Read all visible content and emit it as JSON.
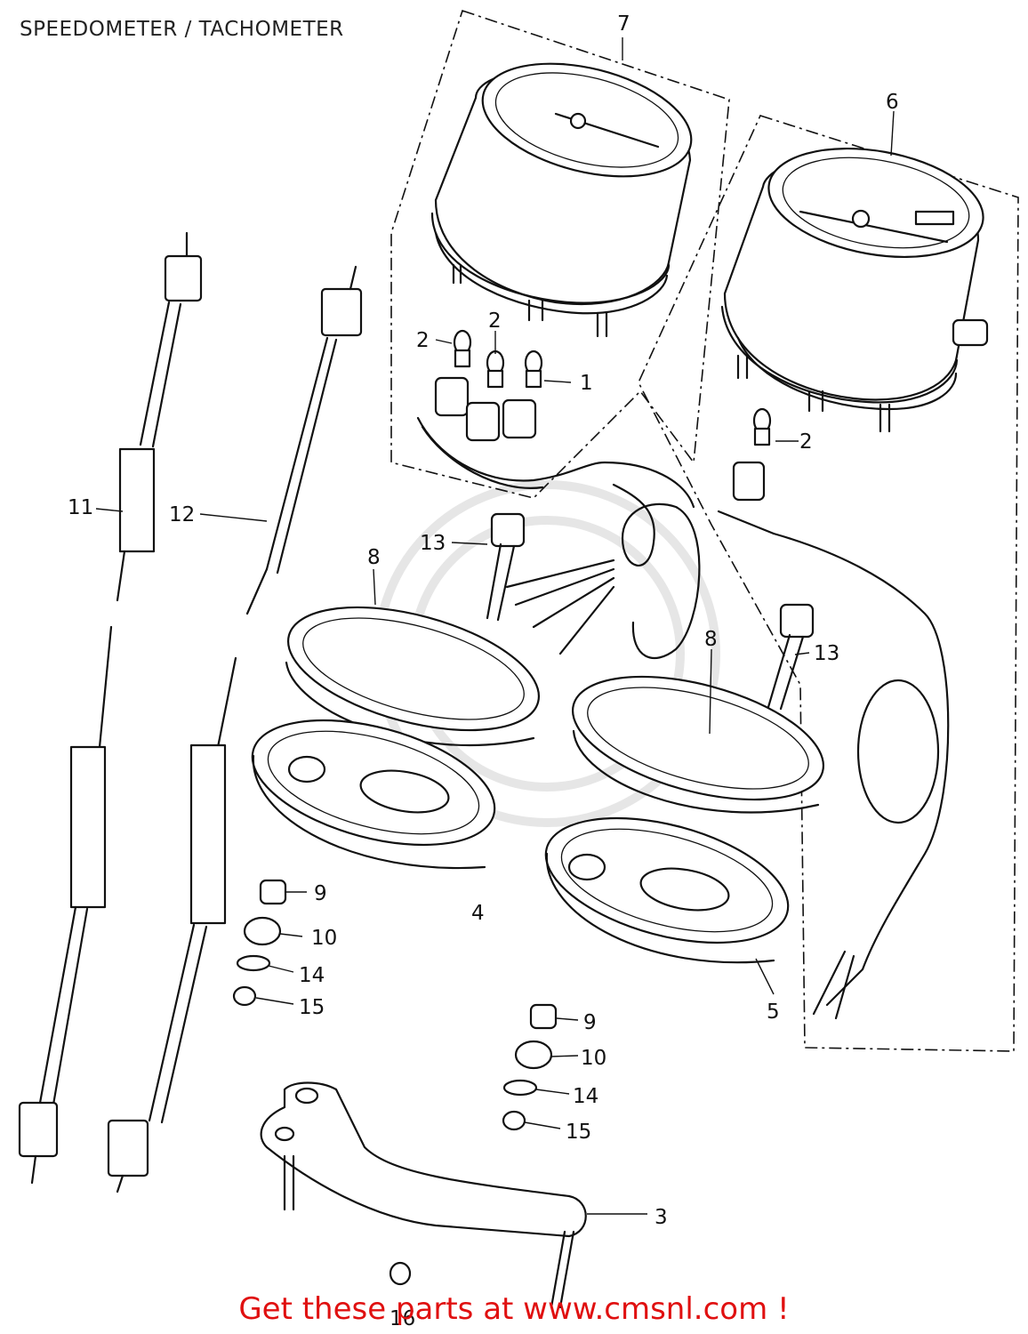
{
  "title": "SPEEDOMETER / TACHOMETER",
  "banner": "Get these parts at www.cmsnl.com !",
  "colors": {
    "banner": "#e01010",
    "line": "#111111",
    "background": "#ffffff"
  },
  "callouts": {
    "c7": "7",
    "c6": "6",
    "c2a": "2",
    "c2b": "2",
    "c1": "1",
    "c2c": "2",
    "c11": "11",
    "c12": "12",
    "c13a": "13",
    "c13b": "13",
    "c8a": "8",
    "c8b": "8",
    "c4": "4",
    "c5": "5",
    "c9a": "9",
    "c10a": "10",
    "c14a": "14",
    "c15a": "15",
    "c9b": "9",
    "c10b": "10",
    "c14b": "14",
    "c15b": "15",
    "c3": "3",
    "c16": "16"
  }
}
